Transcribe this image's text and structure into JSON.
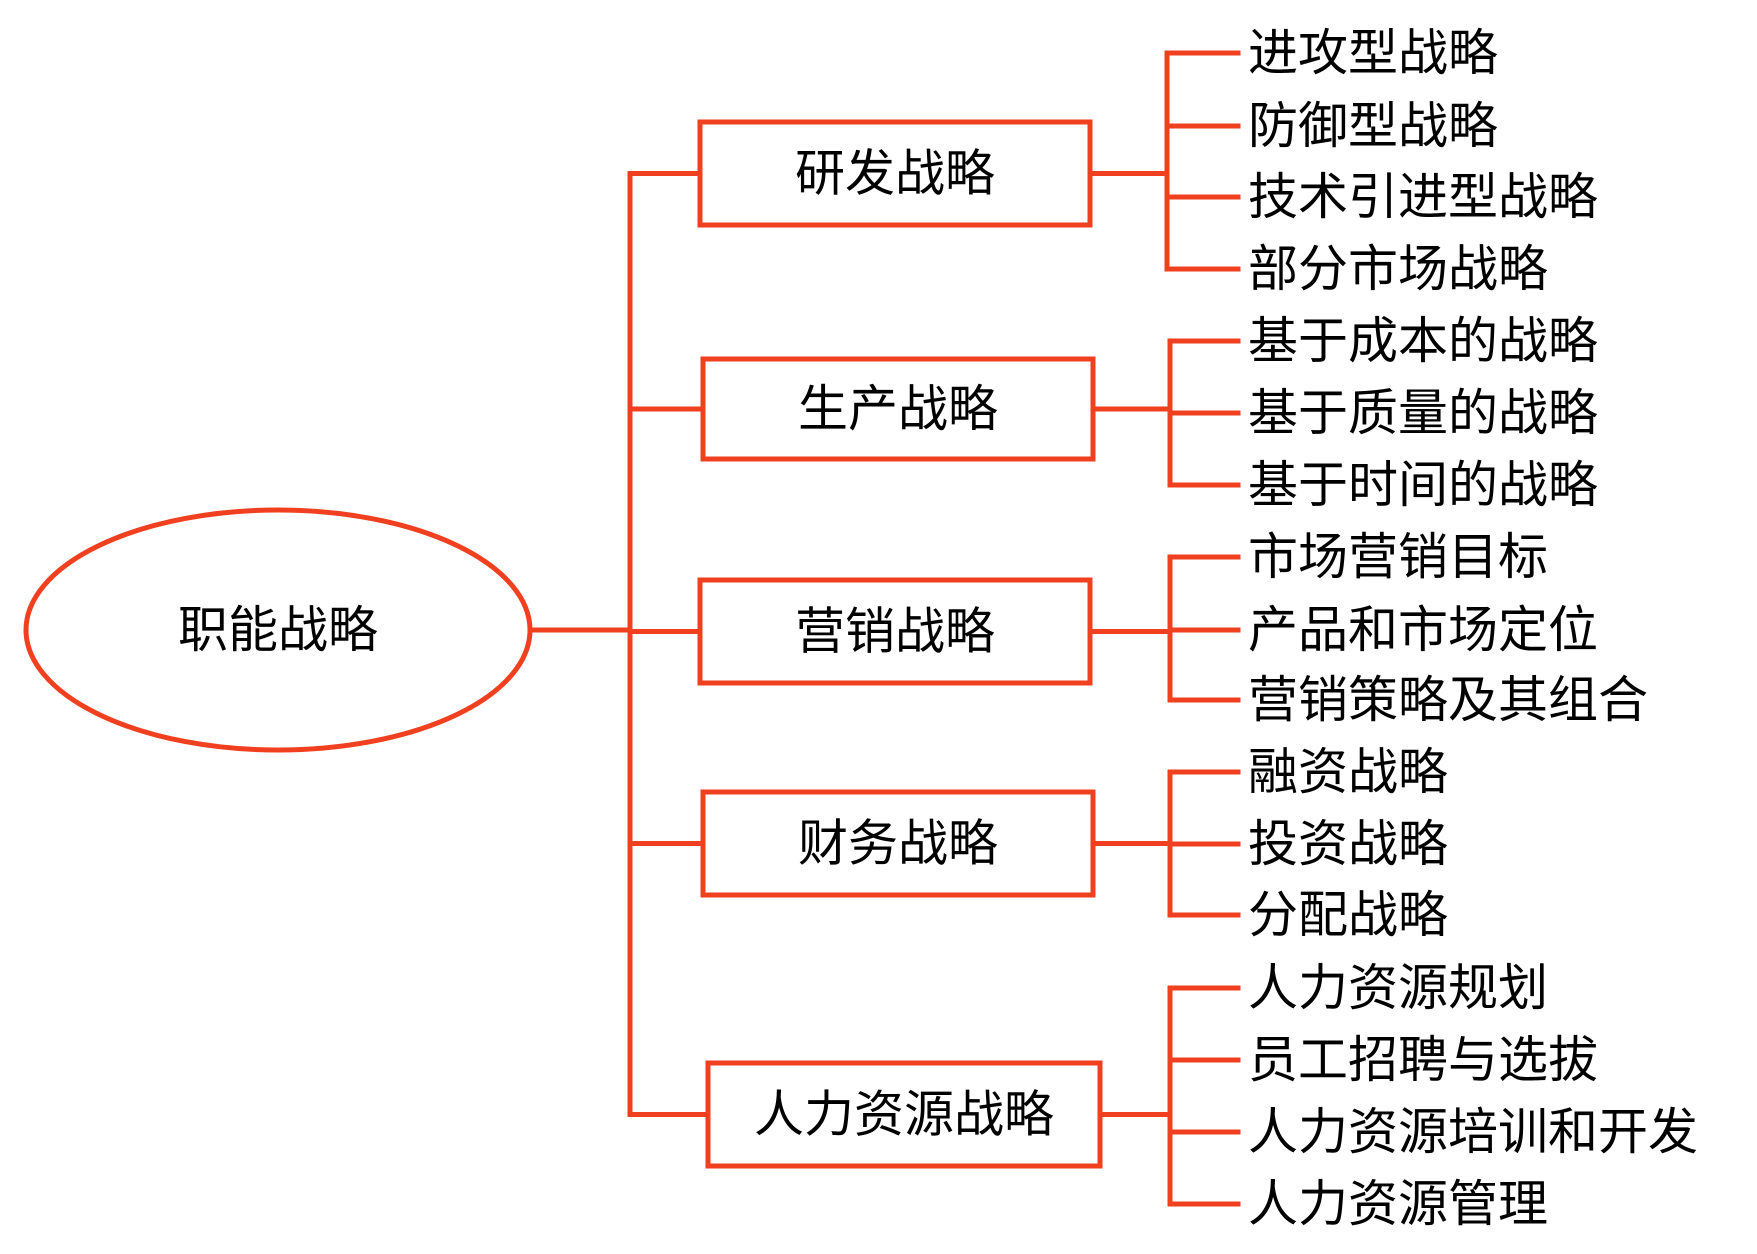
{
  "root": {
    "label": "职能战略"
  },
  "branches": [
    {
      "label": "研发战略",
      "leaves": [
        "进攻型战略",
        "防御型战略",
        "技术引进型战略",
        "部分市场战略"
      ]
    },
    {
      "label": "生产战略",
      "leaves": [
        "基于成本的战略",
        "基于质量的战略",
        "基于时间的战略"
      ]
    },
    {
      "label": "营销战略",
      "leaves": [
        "市场营销目标",
        "产品和市场定位",
        "营销策略及其组合"
      ]
    },
    {
      "label": "财务战略",
      "leaves": [
        "融资战略",
        "投资战略",
        "分配战略"
      ]
    },
    {
      "label": "人力资源战略",
      "leaves": [
        "人力资源规划",
        "员工招聘与选拔",
        "人力资源培训和开发",
        "人力资源管理"
      ]
    }
  ],
  "colors": {
    "connector": "#f04020",
    "text": "#000000",
    "background": "#ffffff"
  }
}
